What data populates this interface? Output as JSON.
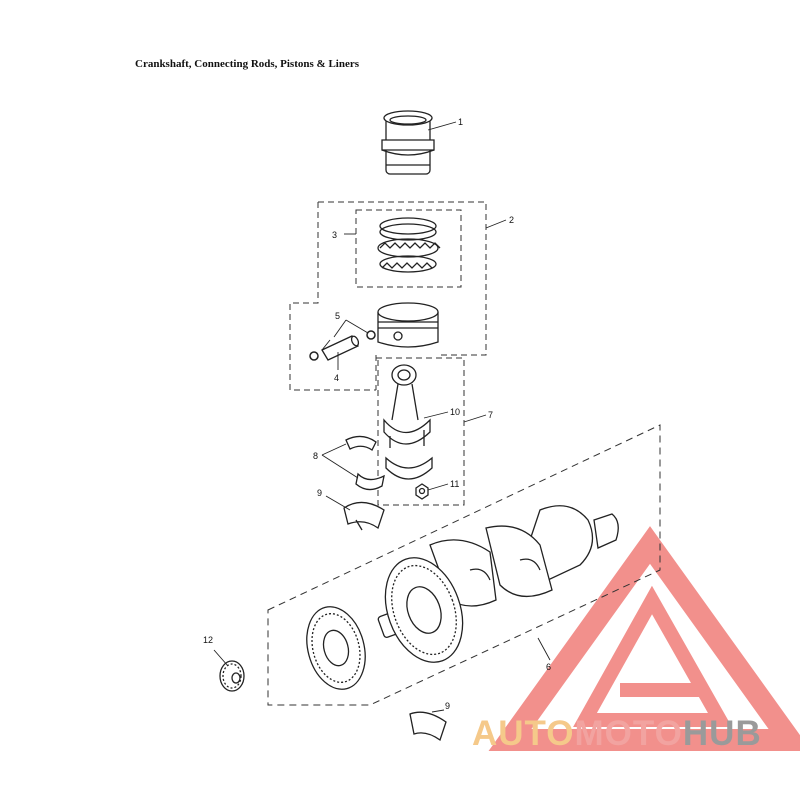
{
  "title": "Crankshaft, Connecting Rods, Pistons & Liners",
  "callouts": {
    "c1": "1",
    "c2": "2",
    "c3": "3",
    "c4": "4",
    "c5": "5",
    "c6": "6",
    "c7": "7",
    "c8": "8",
    "c9a": "9",
    "c9b": "9",
    "c10": "10",
    "c11": "11",
    "c12": "12"
  },
  "watermark": {
    "part1": "AUTO",
    "part2": "MOTO",
    "part3": "HUB",
    "colors": {
      "part1": "#f5c98a",
      "part2": "#f2a3a0",
      "part3": "#9a9a9a",
      "logo": "#ee5c58"
    }
  }
}
